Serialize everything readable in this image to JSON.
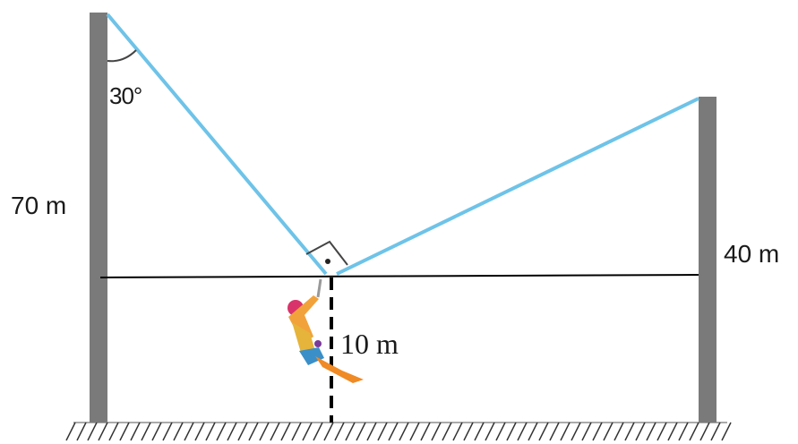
{
  "labels": {
    "angle": "30°",
    "left_pole_height": "70 m",
    "right_pole_height": "40 m",
    "drop_height": "10 m"
  },
  "colors": {
    "pole": "#7a7a7a",
    "cable": "#6ec3e8",
    "line": "#000000",
    "ground_hatch": "#333333"
  },
  "icons": {
    "right_angle": "right-angle-marker-icon",
    "climber": "zipline-climber-icon"
  }
}
